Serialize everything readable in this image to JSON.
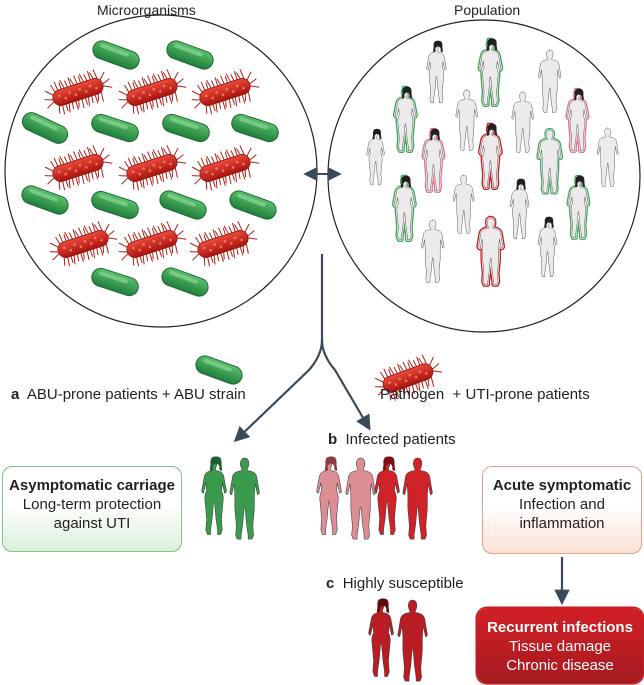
{
  "headers": {
    "microorganisms": "Microorganisms",
    "population": "Population"
  },
  "panel_a": {
    "letter": "a",
    "text": "ABU-prone patients + ABU strain"
  },
  "pathogen_label": "Pathogen  + UTI-prone patients",
  "panel_b": {
    "letter": "b",
    "text": "Infected patients"
  },
  "panel_c": {
    "letter": "c",
    "text": "Highly susceptible"
  },
  "asymptomatic_box": {
    "title": "Asymptomatic carriage",
    "line1": "Long-term protection",
    "line2": "against UTI"
  },
  "acute_box": {
    "title": "Acute symptomatic",
    "line1": "Infection and",
    "line2": "inflammation"
  },
  "recurrent_box": {
    "title": "Recurrent infections",
    "line1": "Tissue damage",
    "line2": "Chronic disease"
  },
  "colors": {
    "abu_green": "#2e9a4e",
    "pathogen_red": "#d42a20",
    "pink_outline": "#e46a86",
    "green_outline": "#3aa457",
    "red_outline": "#c8161d",
    "arrow": "#3b4a57",
    "infected_pink": "#e39aa0",
    "infected_red": "#d1262b",
    "susceptible_red": "#bd1e24"
  }
}
